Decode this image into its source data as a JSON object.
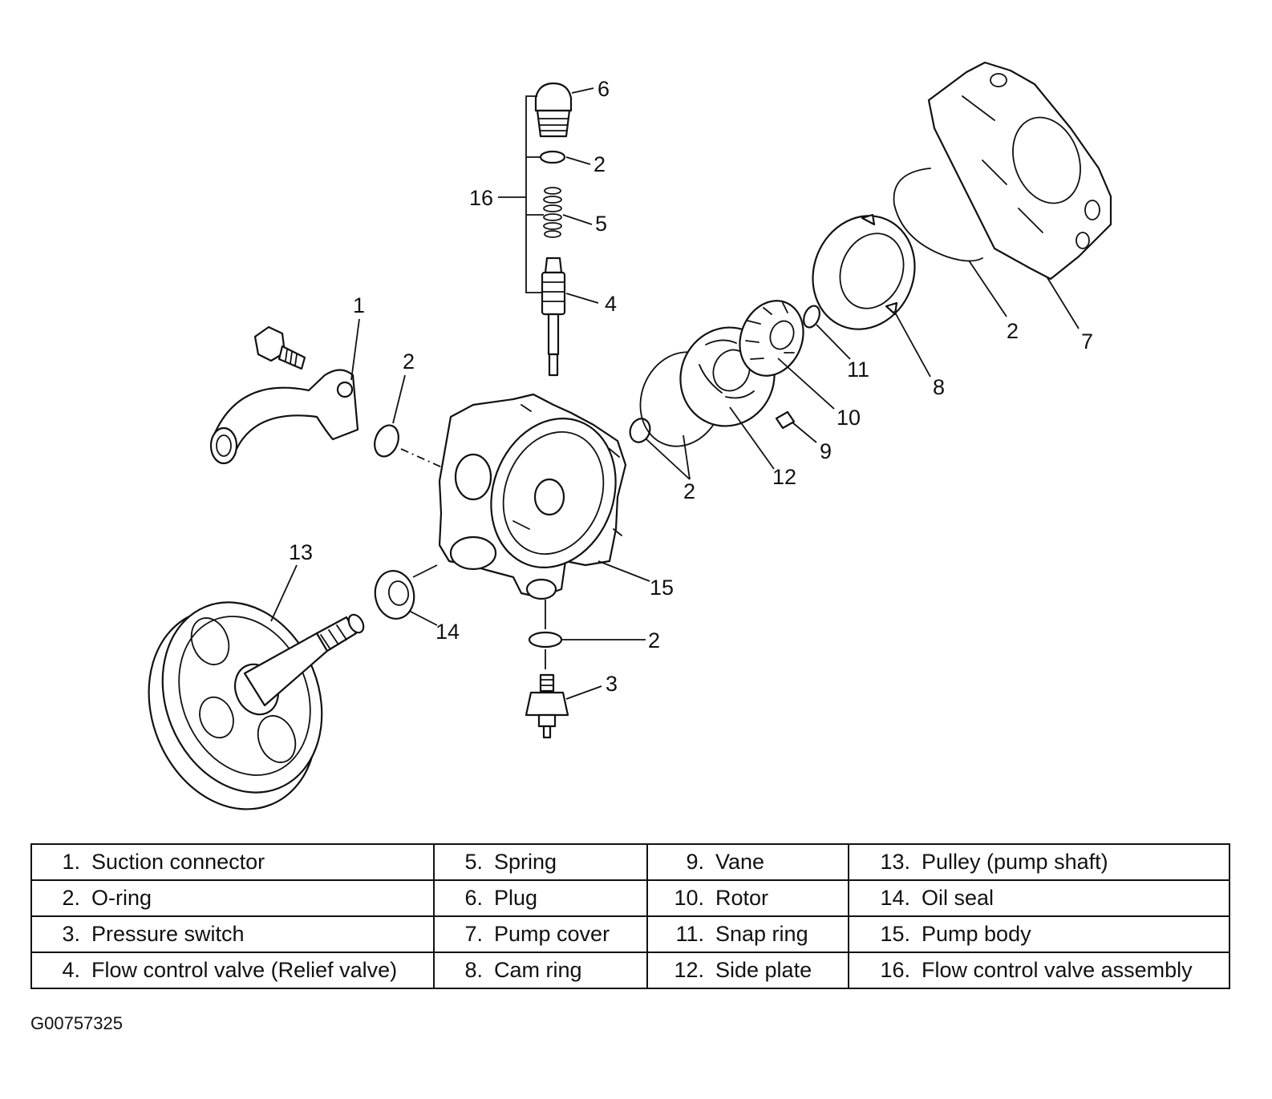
{
  "callouts": {
    "c1": "1",
    "c2_ring": "2",
    "c2_plug": "2",
    "c2_side": "2",
    "c2_bottom": "2",
    "c2_cover": "2",
    "c3": "3",
    "c4": "4",
    "c5": "5",
    "c6": "6",
    "c7": "7",
    "c8": "8",
    "c9": "9",
    "c10": "10",
    "c11": "11",
    "c12": "12",
    "c13": "13",
    "c14": "14",
    "c15": "15",
    "c16": "16"
  },
  "legend": {
    "rows": [
      [
        {
          "num": "1.",
          "label": "Suction connector"
        },
        {
          "num": "5.",
          "label": "Spring"
        },
        {
          "num": "9.",
          "label": "Vane"
        },
        {
          "num": "13.",
          "label": "Pulley (pump shaft)"
        }
      ],
      [
        {
          "num": "2.",
          "label": "O-ring"
        },
        {
          "num": "6.",
          "label": "Plug"
        },
        {
          "num": "10.",
          "label": "Rotor"
        },
        {
          "num": "14.",
          "label": "Oil seal"
        }
      ],
      [
        {
          "num": "3.",
          "label": "Pressure switch"
        },
        {
          "num": "7.",
          "label": "Pump cover"
        },
        {
          "num": "11.",
          "label": "Snap ring"
        },
        {
          "num": "15.",
          "label": "Pump body"
        }
      ],
      [
        {
          "num": "4.",
          "label": "Flow control valve (Relief valve)"
        },
        {
          "num": "8.",
          "label": "Cam ring"
        },
        {
          "num": "12.",
          "label": "Side plate"
        },
        {
          "num": "16.",
          "label": "Flow control valve assembly"
        }
      ]
    ]
  },
  "figure_id": "G00757325"
}
